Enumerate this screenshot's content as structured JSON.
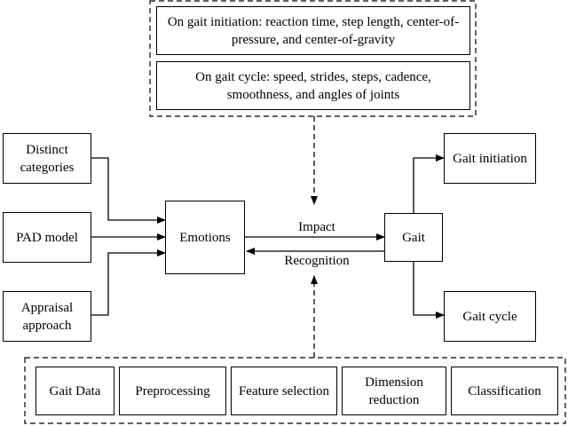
{
  "top_group": {
    "initiation_text": "On gait initiation: reaction time, step length, center-of-pressure, and center-of-gravity",
    "cycle_text": "On gait cycle: speed, strides, steps, cadence, smoothness, and angles of joints"
  },
  "left_models": {
    "distinct": "Distinct categories",
    "pad": "PAD model",
    "appraisal": "Appraisal approach"
  },
  "center": {
    "emotions": "Emotions",
    "gait": "Gait",
    "impact": "Impact",
    "recognition": "Recognition"
  },
  "right_gait": {
    "initiation": "Gait initiation",
    "cycle": "Gait cycle"
  },
  "pipeline": {
    "steps": [
      "Gait Data",
      "Preprocessing",
      "Feature selection",
      "Dimension reduction",
      "Classification"
    ]
  }
}
